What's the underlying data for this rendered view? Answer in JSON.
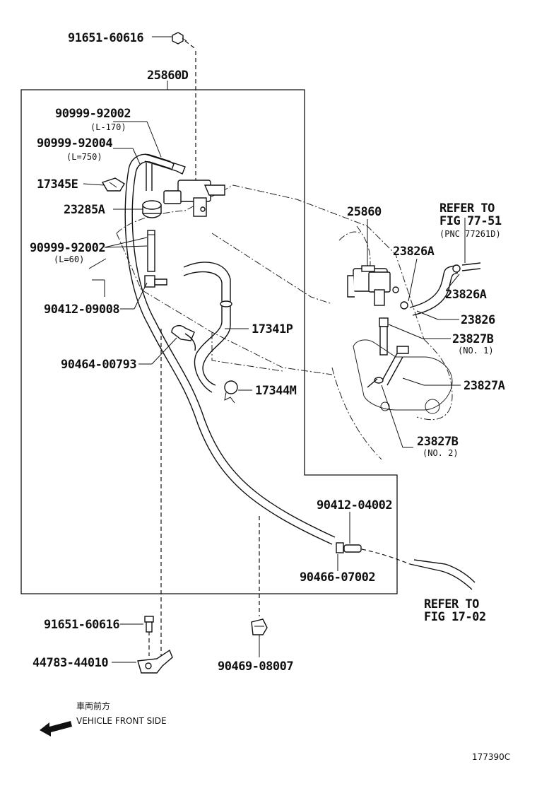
{
  "callouts": [
    {
      "id": "c1",
      "text": "91651-60616"
    },
    {
      "id": "c2",
      "text": "25860D"
    },
    {
      "id": "c3",
      "text": "90999-92002"
    },
    {
      "id": "c3s",
      "text": "(L-170)"
    },
    {
      "id": "c4",
      "text": "90999-92004"
    },
    {
      "id": "c4s",
      "text": "(L=750)"
    },
    {
      "id": "c5",
      "text": "17345E"
    },
    {
      "id": "c6",
      "text": "23285A"
    },
    {
      "id": "c7",
      "text": "90999-92002"
    },
    {
      "id": "c7s",
      "text": "(L=60)"
    },
    {
      "id": "c8",
      "text": "90412-09008"
    },
    {
      "id": "c9",
      "text": "90464-00793"
    },
    {
      "id": "c10",
      "text": "17341P"
    },
    {
      "id": "c11",
      "text": "17344M"
    },
    {
      "id": "c12",
      "text": "25860"
    },
    {
      "id": "c13",
      "text": "23826A"
    },
    {
      "id": "c14",
      "text": "23826A"
    },
    {
      "id": "c15",
      "text": "23826"
    },
    {
      "id": "c16",
      "text": "23827B"
    },
    {
      "id": "c16s",
      "text": "(NO. 1)"
    },
    {
      "id": "c17",
      "text": "23827A"
    },
    {
      "id": "c18",
      "text": "23827B"
    },
    {
      "id": "c18s",
      "text": "(NO. 2)"
    },
    {
      "id": "c19",
      "text": "90412-04002"
    },
    {
      "id": "c20",
      "text": "90466-07002"
    },
    {
      "id": "c21",
      "text": "91651-60616"
    },
    {
      "id": "c22",
      "text": "44783-44010"
    },
    {
      "id": "c23",
      "text": "90469-08007"
    }
  ],
  "refer1": {
    "line1": "REFER TO",
    "line2": "FIG 77-51",
    "line3": "(PNC 77261D)"
  },
  "refer2": {
    "line1": "REFER TO",
    "line2": "FIG 17-02"
  },
  "front": {
    "jp": "車両前方",
    "en": "VEHICLE FRONT SIDE"
  },
  "figure_id": "177390C"
}
